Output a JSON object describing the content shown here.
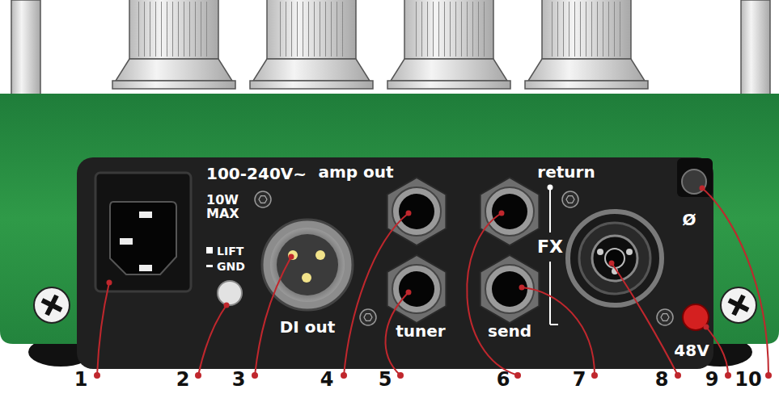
{
  "diagram": {
    "labels": [
      "100-240V~",
      "10W MAX",
      "amp out",
      "return",
      "LIFT",
      "GND",
      "FX",
      "DI out",
      "tuner",
      "send",
      "48V",
      "Ø",
      "1",
      "2",
      "3",
      "4",
      "5",
      "6",
      "7",
      "8",
      "9",
      "10"
    ]
  }
}
